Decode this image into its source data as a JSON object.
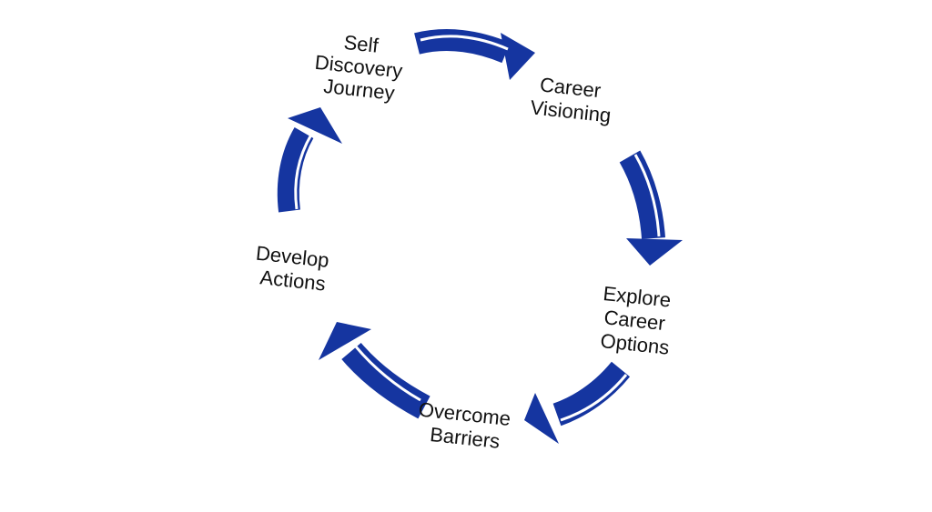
{
  "diagram": {
    "type": "cycle",
    "colors": {
      "arrow_fill": "#1535a0",
      "arrow_highlight": "#ffffff",
      "label_text": "#111111",
      "background": "#ffffff"
    },
    "steps": [
      {
        "id": "self-discovery",
        "lines": [
          "Self",
          "Discovery",
          "Journey"
        ]
      },
      {
        "id": "career-visioning",
        "lines": [
          "Career",
          "Visioning"
        ]
      },
      {
        "id": "explore-career-options",
        "lines": [
          "Explore",
          "Career",
          "Options"
        ]
      },
      {
        "id": "overcome-barriers",
        "lines": [
          "Overcome",
          "Barriers"
        ]
      },
      {
        "id": "develop-actions",
        "lines": [
          "Develop",
          "Actions"
        ]
      }
    ],
    "arrows": [
      {
        "name": "arrow-self-to-career",
        "icon": "curved-arrow-icon"
      },
      {
        "name": "arrow-career-to-explore",
        "icon": "curved-arrow-icon"
      },
      {
        "name": "arrow-explore-to-overcome",
        "icon": "curved-arrow-icon"
      },
      {
        "name": "arrow-overcome-to-develop",
        "icon": "curved-arrow-icon"
      },
      {
        "name": "arrow-develop-to-self",
        "icon": "curved-arrow-icon"
      }
    ]
  }
}
